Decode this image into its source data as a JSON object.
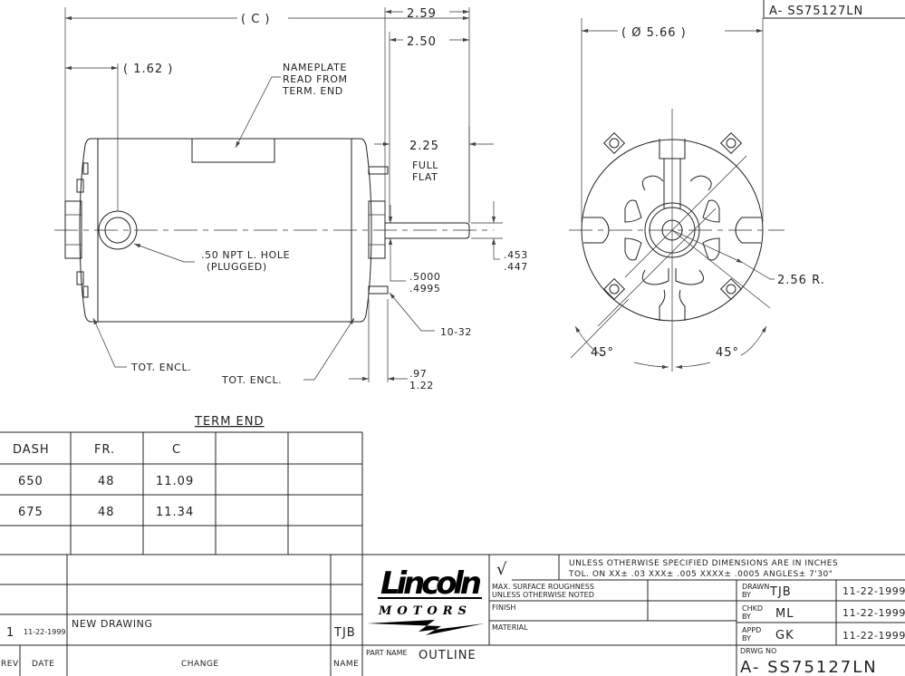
{
  "drawing_number_top": "A- SS75127LN",
  "dimensions": {
    "c": "( C )",
    "d162": "( 1.62 )",
    "d566": "( Ø 5.66 )",
    "d259": "2.59",
    "d250": "2.50",
    "d225": "2.25",
    "full_flat": [
      "FULL",
      "FLAT"
    ],
    "d453": [
      ".453",
      ".447"
    ],
    "d5000": [
      ".5000",
      ".4995"
    ],
    "thread": "10-32",
    "d097": [
      ".97",
      "1.22"
    ],
    "radius": "2.56 R.",
    "angle_left": "45°",
    "angle_right": "45°"
  },
  "notes": {
    "nameplate": [
      "NAMEPLATE",
      "READ FROM",
      "TERM. END"
    ],
    "npt_hole": [
      ".50 NPT L. HOLE",
      "(PLUGGED)"
    ],
    "tot_encl_left": "TOT. ENCL.",
    "tot_encl_right": "TOT. ENCL.",
    "term_end": "TERM END"
  },
  "dash_table": {
    "headers": [
      "DASH",
      "FR.",
      "C",
      "",
      ""
    ],
    "rows": [
      [
        "650",
        "48",
        "11.09",
        "",
        ""
      ],
      [
        "675",
        "48",
        "11.34",
        "",
        ""
      ],
      [
        "",
        "",
        "",
        "",
        ""
      ]
    ]
  },
  "revision_block": {
    "headers": [
      "REV",
      "DATE",
      "CHANGE",
      "NAME"
    ],
    "rows": [
      [
        "",
        "",
        "",
        ""
      ],
      [
        "",
        "",
        "",
        ""
      ],
      [
        "1",
        "11-22-1999",
        "NEW DRAWING",
        "TJB"
      ]
    ]
  },
  "title_block": {
    "logo_name": "Lincoln",
    "logo_sub": "MOTORS",
    "roughness_symbol": "√",
    "tolerance_line1": "UNLESS OTHERWISE SPECIFIED DIMENSIONS ARE IN INCHES",
    "tolerance_line2": "TOL. ON XX± .03    XXX± .005    XXXX± .0005    ANGLES± 7'30\"",
    "surface": [
      "MAX. SURFACE ROUGHNESS",
      "UNLESS OTHERWISE NOTED"
    ],
    "finish_label": "FINISH",
    "material_label": "MATERIAL",
    "part_name_label": "PART NAME",
    "part_name": "OUTLINE",
    "drawn_label": [
      "DRAWN",
      "BY"
    ],
    "drawn_by": "TJB",
    "drawn_date": "11-22-1999",
    "checked_label": [
      "CHKD",
      "BY"
    ],
    "checked_by": "ML",
    "checked_date": "11-22-1999",
    "approved_label": [
      "APPD",
      "BY"
    ],
    "approved_by": "GK",
    "approved_date": "11-22-1999",
    "drwg_no_label": "DRWG NO",
    "drwg_no": "A- SS75127LN"
  }
}
